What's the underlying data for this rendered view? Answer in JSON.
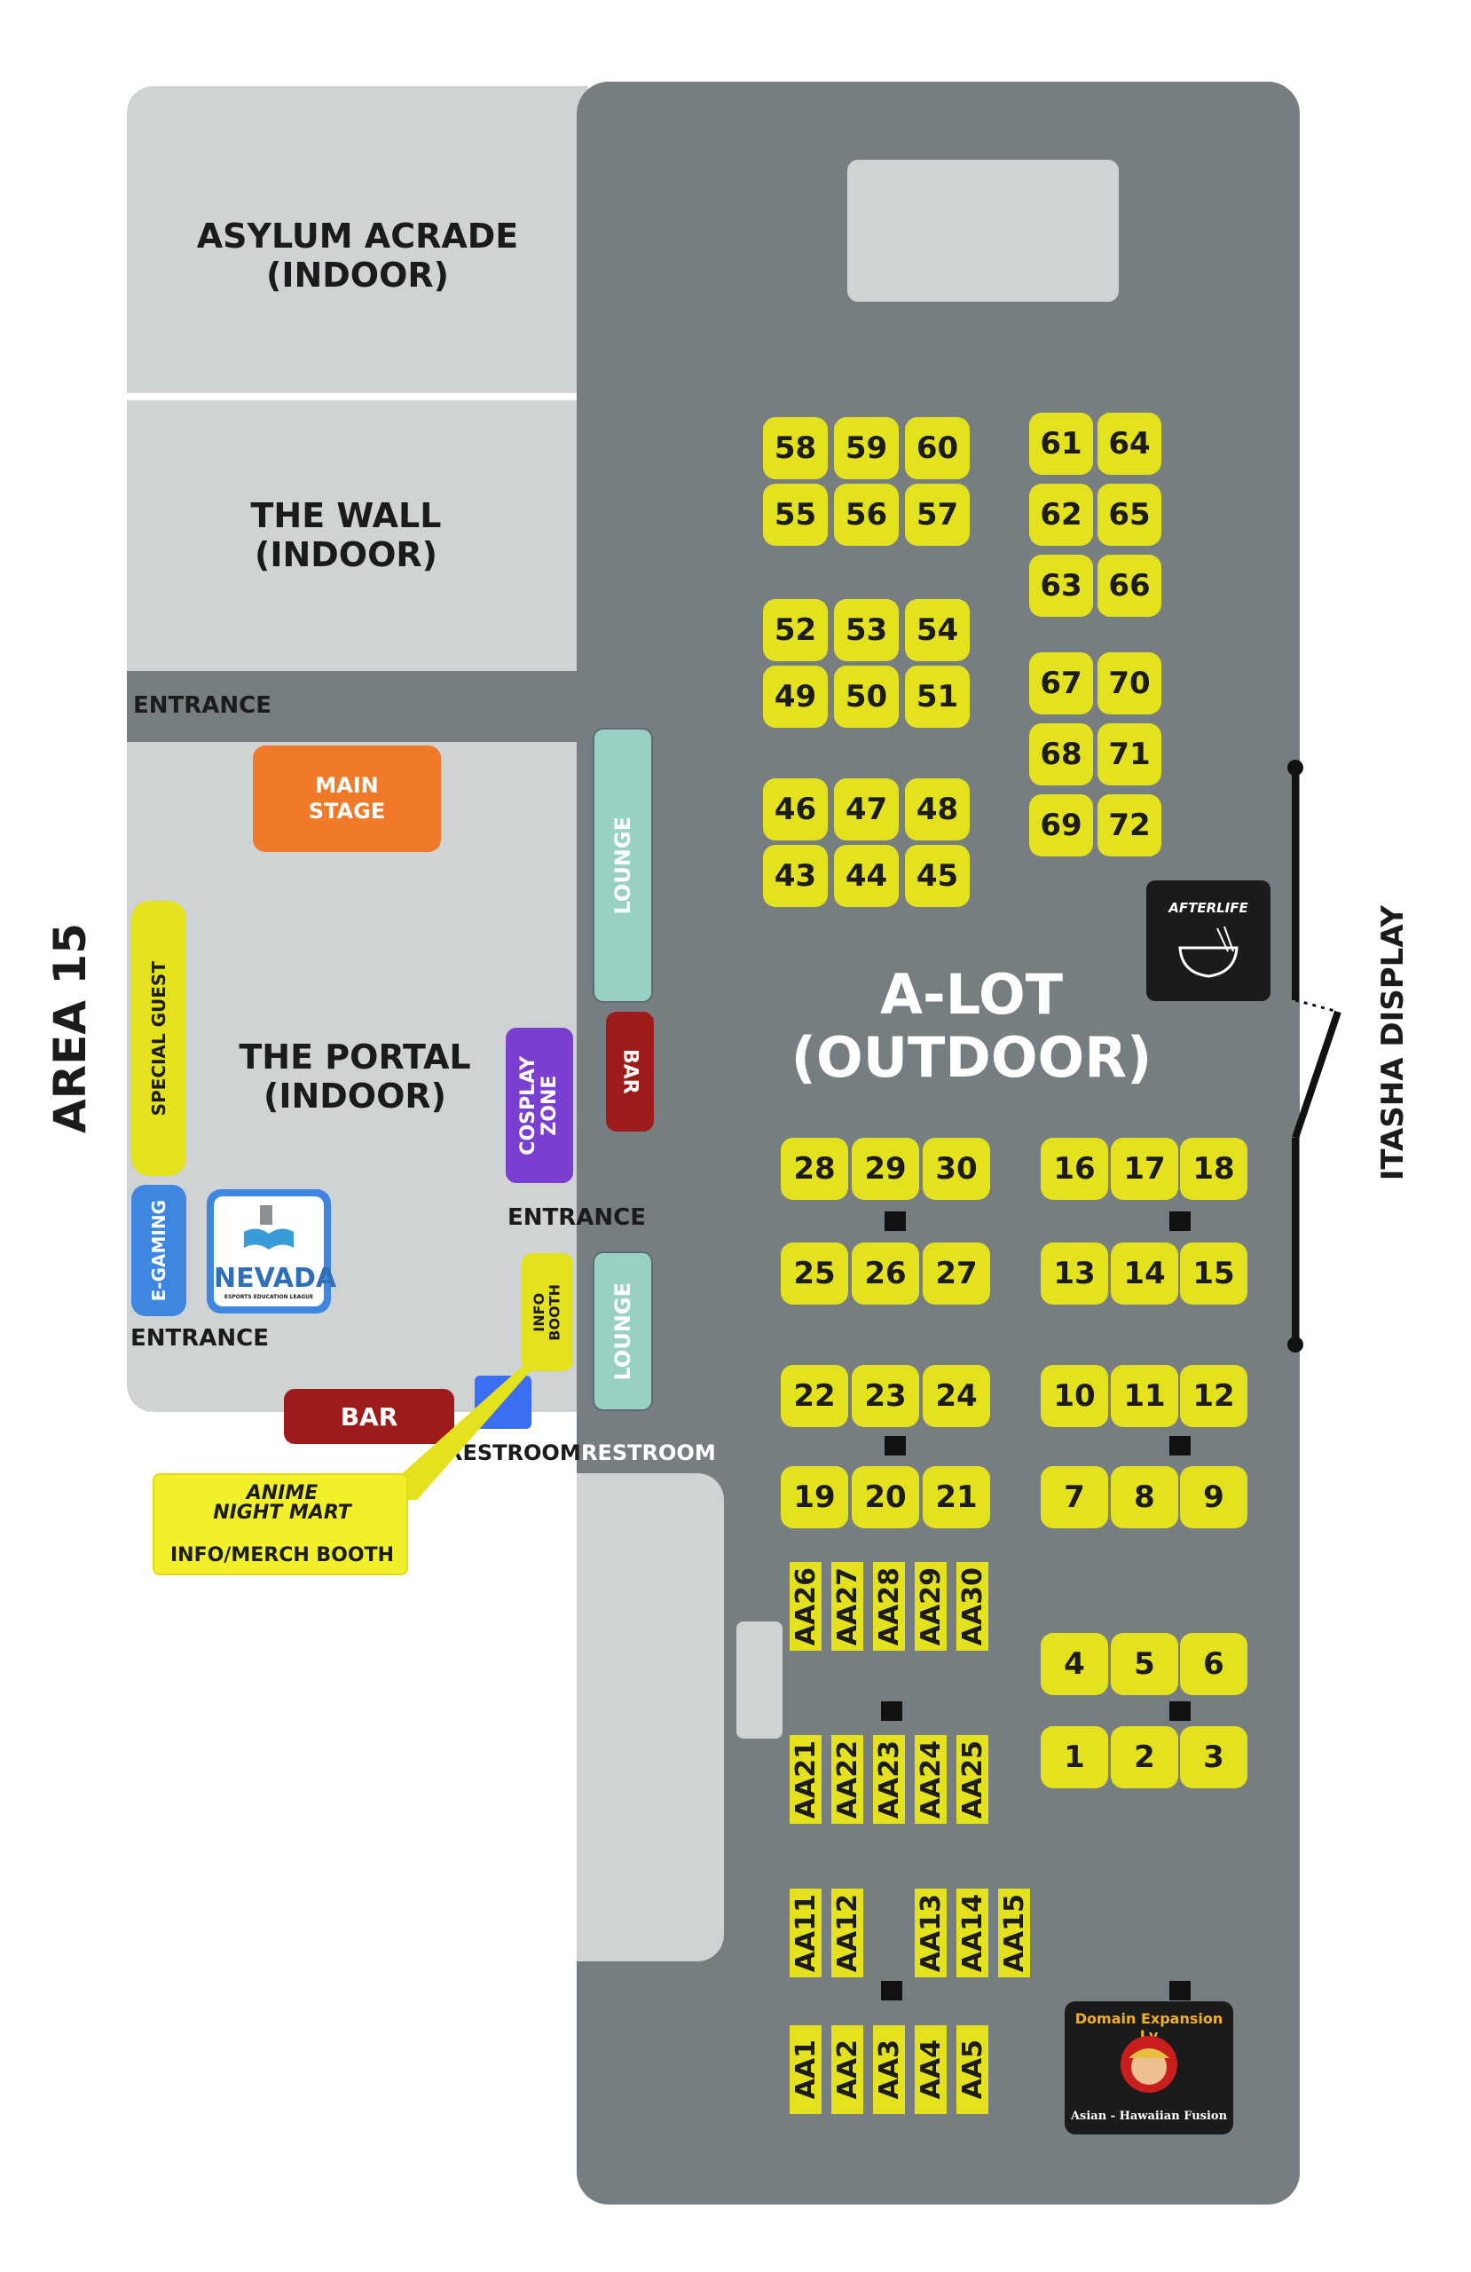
{
  "venue": {
    "side_label": "AREA 15"
  },
  "indoor": {
    "asylum": {
      "line1": "ASYLUM ACRADE",
      "line2": "(INDOOR)"
    },
    "wall": {
      "line1": "THE WALL",
      "line2": "(INDOOR)"
    },
    "portal": {
      "line1": "THE PORTAL",
      "line2": "(INDOOR)"
    },
    "main_stage": {
      "line1": "MAIN",
      "line2": "STAGE"
    },
    "special_guest": "SPECIAL GUEST",
    "e_gaming": "E-GAMING",
    "nevada_logo": {
      "name": "NEVADA",
      "sub": "ESPORTS EDUCATION LEAGUE"
    }
  },
  "labels": {
    "entrance_top": "ENTRANCE",
    "entrance_mid": "ENTRANCE",
    "entrance_left": "ENTRANCE",
    "lounge_top": "LOUNGE",
    "lounge_bottom": "LOUNGE",
    "bar_vertical": "BAR",
    "bar_horizontal": "BAR",
    "cosplay": {
      "line1": "COSPLAY",
      "line2": "ZONE"
    },
    "info_booth": {
      "line1": "INFO",
      "line2": "BOOTH"
    },
    "restroom_left": "RESTROOM",
    "restroom_right": "RESTROOM",
    "itasha": "ITASHA DISPLAY"
  },
  "outdoor": {
    "line1": "A-LOT",
    "line2": "(OUTDOOR)"
  },
  "callout": {
    "logo_line1": "ANIME",
    "logo_line2": "NIGHT MART",
    "caption": "INFO/MERCH BOOTH"
  },
  "afterlife_logo": "AFTERLIFE",
  "domain_logo": {
    "name": "Domain Expansion Lv",
    "tagline": "Asian - Hawaiian Fusion"
  },
  "booths": {
    "b58": "58",
    "b59": "59",
    "b60": "60",
    "b55": "55",
    "b56": "56",
    "b57": "57",
    "b52": "52",
    "b53": "53",
    "b54": "54",
    "b49": "49",
    "b50": "50",
    "b51": "51",
    "b46": "46",
    "b47": "47",
    "b48": "48",
    "b43": "43",
    "b44": "44",
    "b45": "45",
    "b61": "61",
    "b64": "64",
    "b62": "62",
    "b65": "65",
    "b63": "63",
    "b66": "66",
    "b67": "67",
    "b70": "70",
    "b68": "68",
    "b71": "71",
    "b69": "69",
    "b72": "72",
    "b28": "28",
    "b29": "29",
    "b30": "30",
    "b25": "25",
    "b26": "26",
    "b27": "27",
    "b22": "22",
    "b23": "23",
    "b24": "24",
    "b19": "19",
    "b20": "20",
    "b21": "21",
    "b16": "16",
    "b17": "17",
    "b18": "18",
    "b13": "13",
    "b14": "14",
    "b15": "15",
    "b10": "10",
    "b11": "11",
    "b12": "12",
    "b7": "7",
    "b8": "8",
    "b9": "9",
    "b4": "4",
    "b5": "5",
    "b6": "6",
    "b1": "1",
    "b2": "2",
    "b3": "3"
  },
  "aa": {
    "aa26": "AA26",
    "aa27": "AA27",
    "aa28": "AA28",
    "aa29": "AA29",
    "aa30": "AA30",
    "aa21": "AA21",
    "aa22": "AA22",
    "aa23": "AA23",
    "aa24": "AA24",
    "aa25": "AA25",
    "aa11": "AA11",
    "aa12": "AA12",
    "aa13": "AA13",
    "aa14": "AA14",
    "aa15": "AA15",
    "aa1": "AA1",
    "aa2": "AA2",
    "aa3": "AA3",
    "aa4": "AA4",
    "aa5": "AA5"
  },
  "colors": {
    "outdoor_lot": "#767e82",
    "indoor": "#cfd3d4",
    "booth": "#e4e21e",
    "main_stage": "#f07a2a",
    "lounge": "#98d0c3",
    "bar": "#9e1b1b",
    "cosplay": "#7a3fd1",
    "e_gaming": "#3f86e0",
    "restroom": "#3b6ef2"
  }
}
